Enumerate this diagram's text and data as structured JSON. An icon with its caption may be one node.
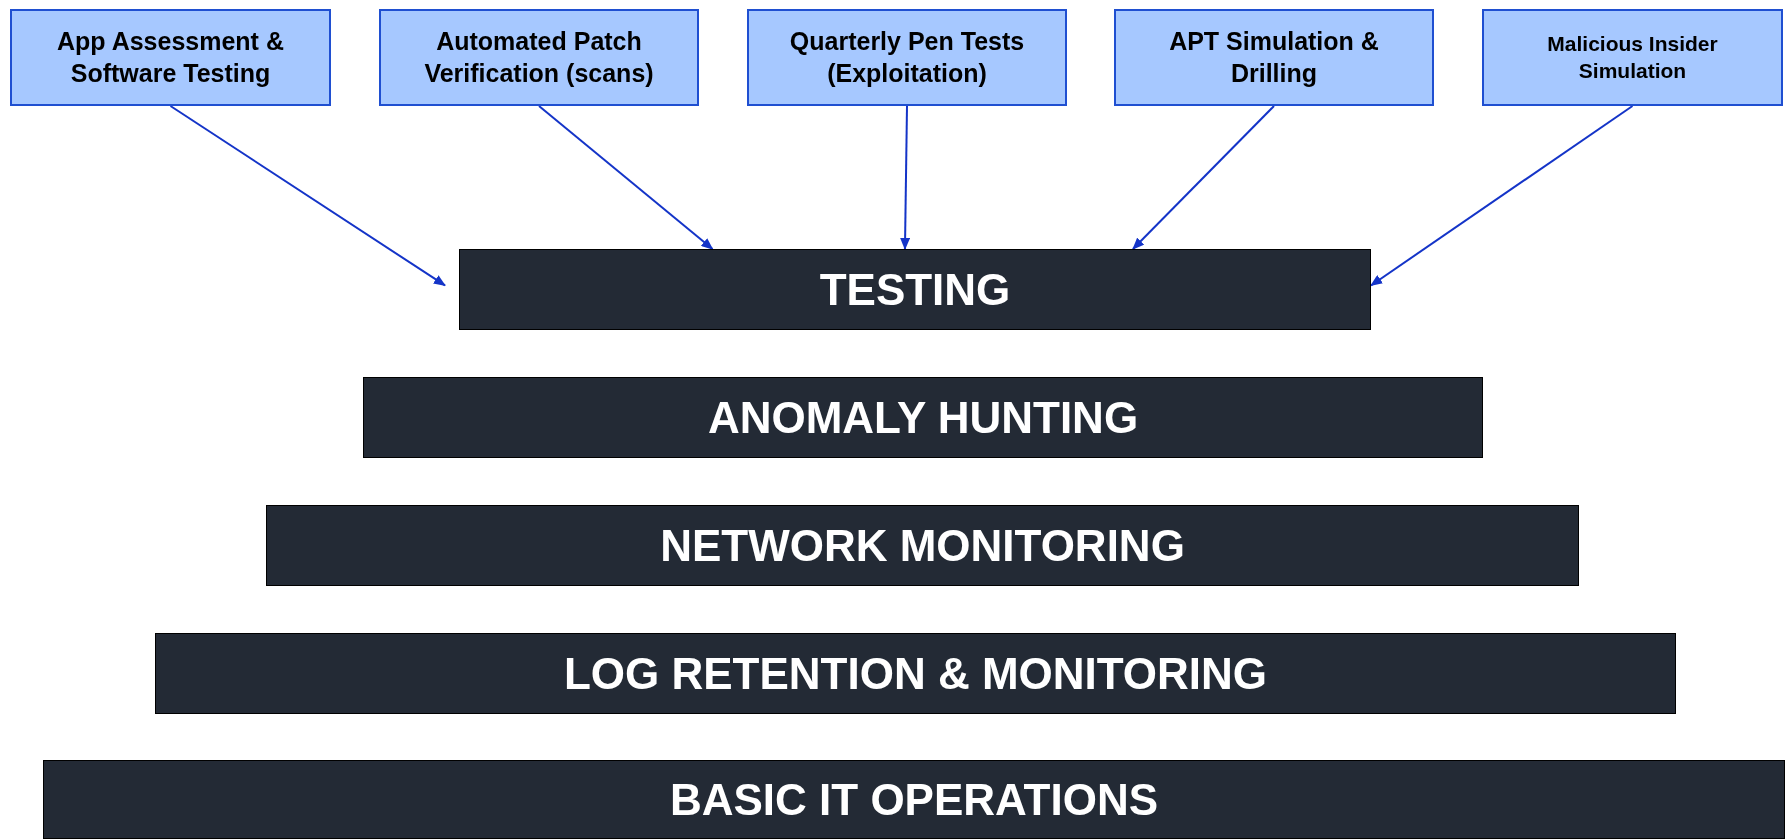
{
  "diagram": {
    "nodes": [
      {
        "text": [
          "App Assessment & Software Testing"
        ]
      },
      {
        "text": [
          "Automated Patch Verification (scans)"
        ]
      },
      {
        "text": [
          "Quarterly Pen Tests (Exploitation)"
        ]
      },
      {
        "text": [
          "APT Simulation & Drilling"
        ]
      },
      {
        "text": [
          "Malicious Insider Simulation"
        ]
      },
      {
        "text": [
          "TESTING"
        ]
      },
      {
        "text": [
          "ANOMALY HUNTING"
        ]
      },
      {
        "text": [
          "NETWORK MONITORING"
        ]
      },
      {
        "text": [
          "LOG RETENTION & MONITORING"
        ]
      },
      {
        "text": [
          "BASIC IT OPERATIONS"
        ]
      }
    ],
    "edges": [
      {
        "from": 0,
        "to": 5,
        "arrow": "to"
      },
      {
        "from": 1,
        "to": 5,
        "arrow": "to"
      },
      {
        "from": 2,
        "to": 5,
        "arrow": "to"
      },
      {
        "from": 3,
        "to": 5,
        "arrow": "to"
      },
      {
        "from": 4,
        "to": 5,
        "arrow": "to"
      }
    ]
  }
}
